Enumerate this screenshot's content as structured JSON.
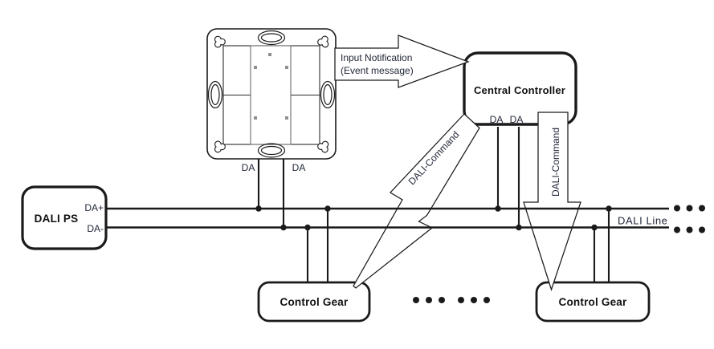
{
  "labels": {
    "input_line1": "Input Notification",
    "input_line2": "(Event message)",
    "central_controller": "Central Controller",
    "dali_ps": "DALI PS",
    "control_gear_left": "Control Gear",
    "control_gear_right": "Control Gear",
    "dali_line": "DALI Line",
    "dali_command_diagonal": "DALI-Command",
    "dali_command_vertical": "DALI-Command",
    "da_switch_left": "DA",
    "da_switch_right": "DA",
    "da_cc_left": "DA",
    "da_cc_right": "DA",
    "da_plus": "DA+",
    "da_minus": "DA-"
  },
  "colors": {
    "line": "#1a1a1a",
    "label_text": "#232839",
    "title_text": "#111111",
    "indicator_gray": "#8f8f8f"
  }
}
